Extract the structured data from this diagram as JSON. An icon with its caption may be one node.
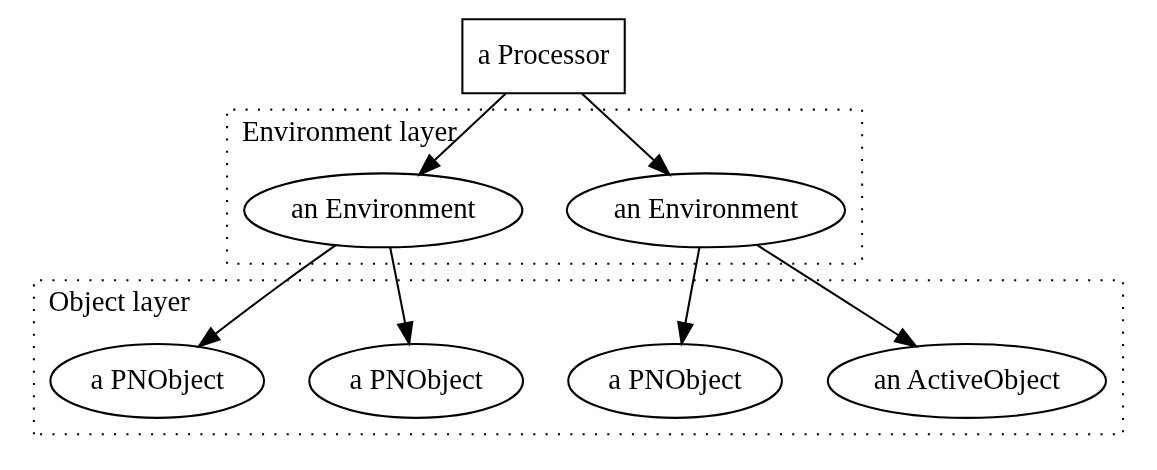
{
  "diagram": {
    "nodes": [
      {
        "text": [
          "a Processor"
        ]
      },
      {
        "text": [
          "Environment layer"
        ]
      },
      {
        "text": [
          "an Environment"
        ],
        "in": 1
      },
      {
        "text": [
          "an Environment"
        ],
        "in": 1
      },
      {
        "text": [
          "Object layer"
        ]
      },
      {
        "text": [
          "an ActiveObject"
        ],
        "in": 4
      },
      {
        "text": [
          "a PNObject"
        ],
        "in": 4
      },
      {
        "text": [
          "a PNObject"
        ],
        "in": 4
      },
      {
        "text": [
          "a PNObject"
        ],
        "in": 4
      }
    ],
    "edges": [
      {
        "from": 0,
        "to": 2,
        "arrow": "to"
      },
      {
        "from": 0,
        "to": 3,
        "arrow": "to"
      },
      {
        "from": 2,
        "to": 5,
        "arrow": "to"
      },
      {
        "from": 2,
        "to": 6,
        "arrow": "to"
      },
      {
        "from": 3,
        "to": 7,
        "arrow": "to"
      },
      {
        "from": 3,
        "to": 8,
        "arrow": "to"
      }
    ]
  }
}
